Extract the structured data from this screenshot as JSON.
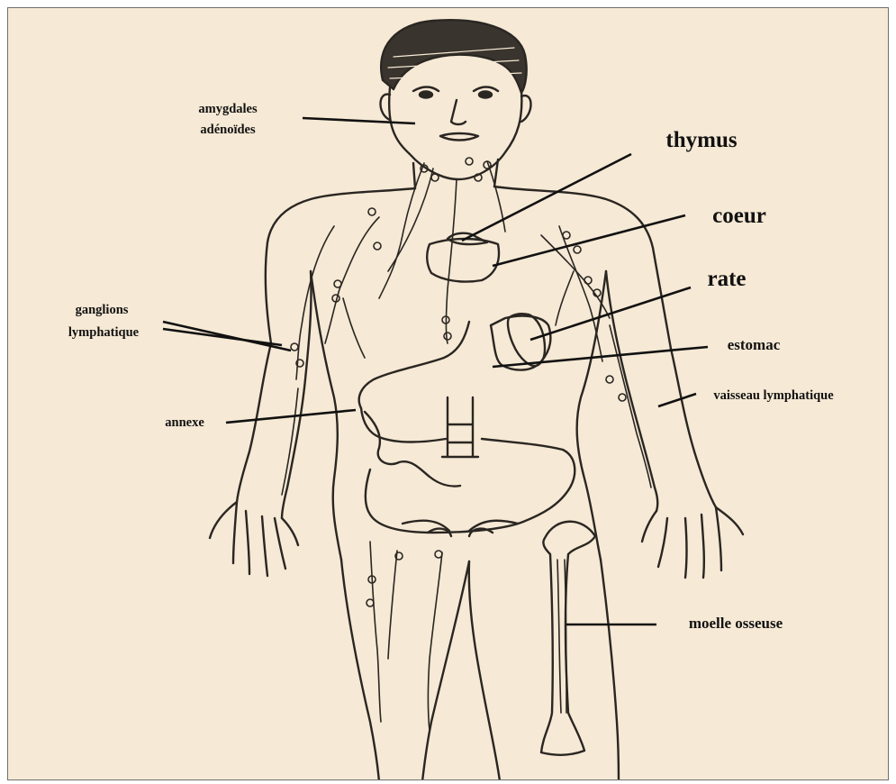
{
  "colors": {
    "paper": "#f6e9d5",
    "ink": "#2a2622",
    "frame": "#6f6f6f"
  },
  "labels": {
    "amygdales": "amygdales",
    "adenoides": "adénoïdes",
    "thymus": "thymus",
    "coeur": "coeur",
    "rate": "rate",
    "ganglions": "ganglions",
    "lymphatique": "lymphatique",
    "estomac": "estomac",
    "vaisseau": "vaisseau lymphatique",
    "annexe": "annexe",
    "moelle": "moelle osseuse"
  }
}
